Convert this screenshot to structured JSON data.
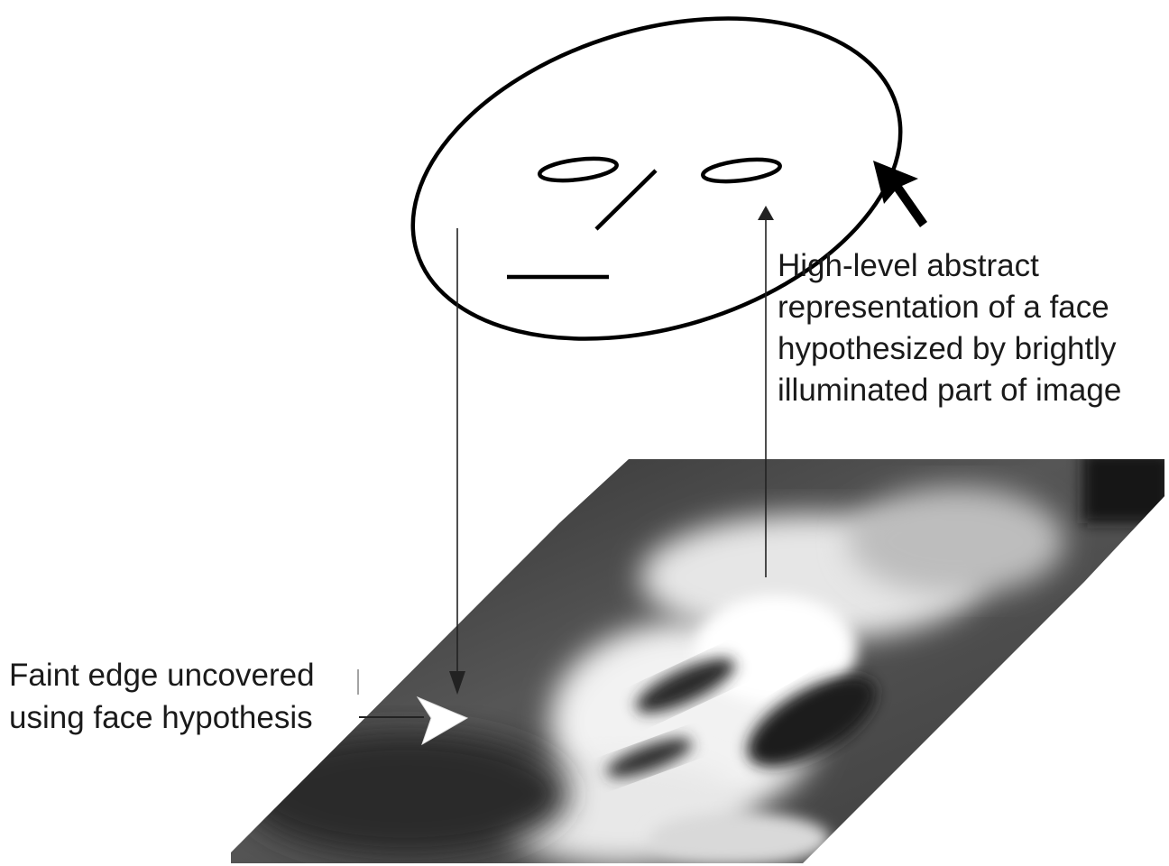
{
  "annotations": {
    "top_right_lines": [
      "High-level abstract",
      "representation of a face",
      "hypothesized by brightly",
      "illuminated part of image"
    ],
    "bottom_left_lines": [
      "Faint edge uncovered",
      "using face hypothesis"
    ]
  },
  "colors": {
    "ink": "#000000",
    "text": "#1a1a1a",
    "image_dark": "#3c3c3c",
    "image_light": "#f4f4f4"
  },
  "icons": {
    "cursor": "cursor-arrow-icon",
    "white_arrow": "white-arrow-icon"
  }
}
